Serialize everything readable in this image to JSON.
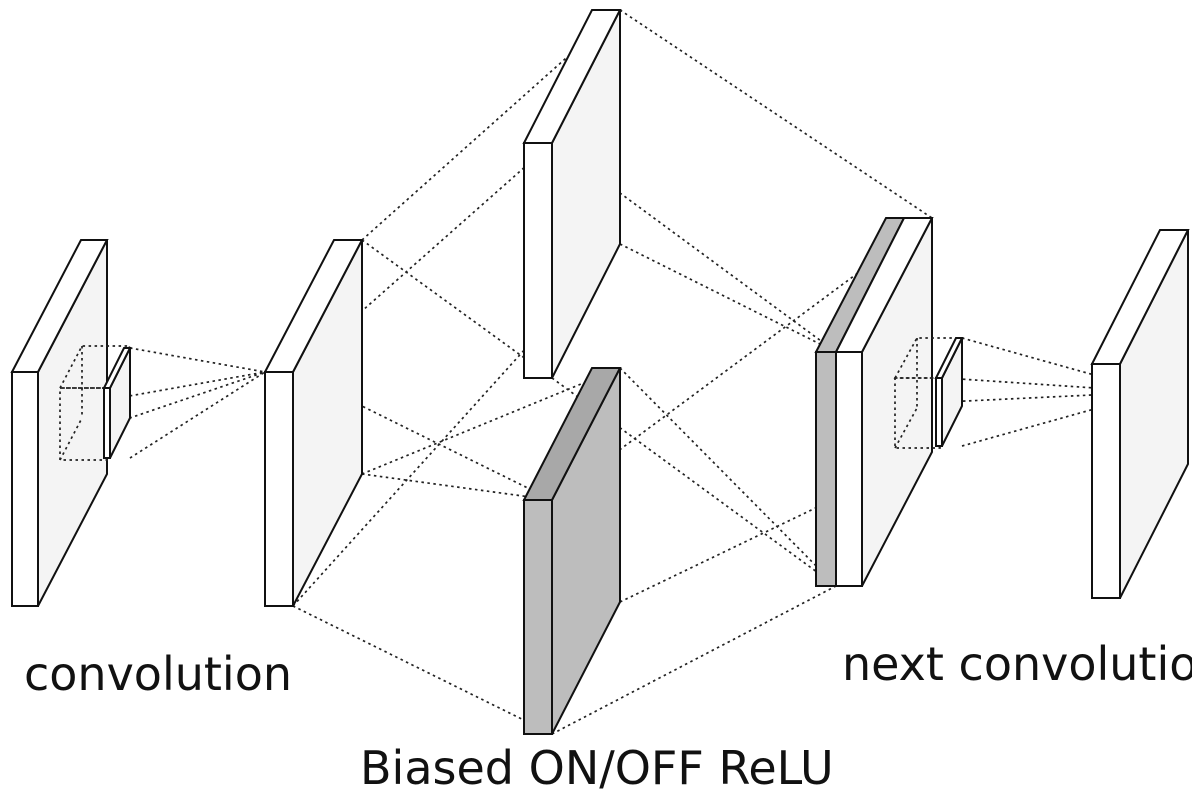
{
  "labels": {
    "convolution": "convolution",
    "relu": "Biased ON/OFF ReLU",
    "next_convolution": "next convolution"
  },
  "colors": {
    "line": "#111111",
    "face_white": "#ffffff",
    "side_shade": "#f2f2f2",
    "gray_layer": "#bdbdbd",
    "gray_layer_dark": "#a8a8a8"
  }
}
